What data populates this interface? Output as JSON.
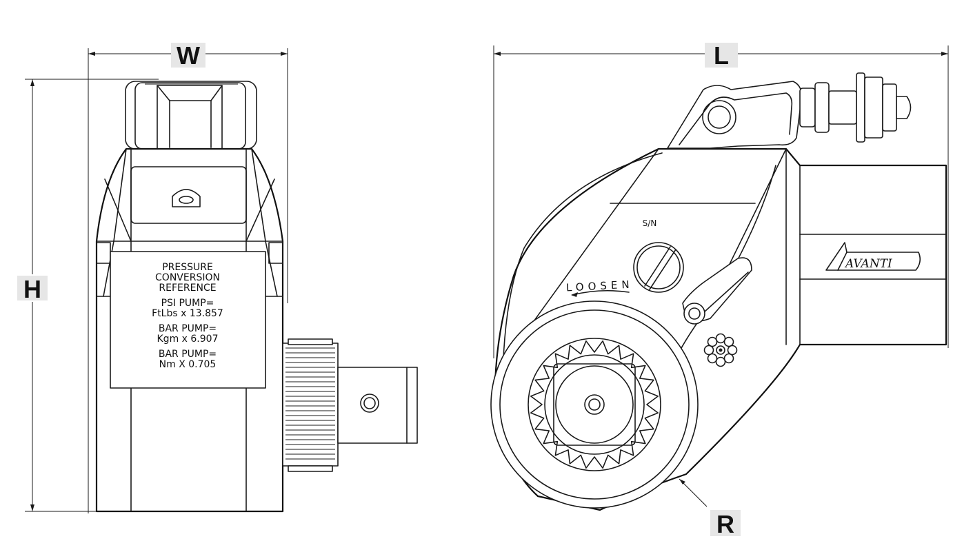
{
  "dimensions": {
    "width_label": "W",
    "height_label": "H",
    "length_label": "L",
    "radius_label": "R"
  },
  "side_view": {
    "plate_lines": [
      "PRESSURE",
      "CONVERSION",
      "REFERENCE",
      "PSI PUMP=",
      "FtLbs x 13.857",
      "BAR PUMP=",
      "Kgm x 6.907",
      "BAR PUMP=",
      "Nm X 0.705"
    ]
  },
  "front_view": {
    "serial_label": "S/N",
    "loosen_label": "LOOSEN",
    "brand_name": "AVANTI"
  },
  "colors": {
    "line": "#1a1a1a",
    "label_box": "#e6e6e6",
    "background": "#ffffff"
  }
}
